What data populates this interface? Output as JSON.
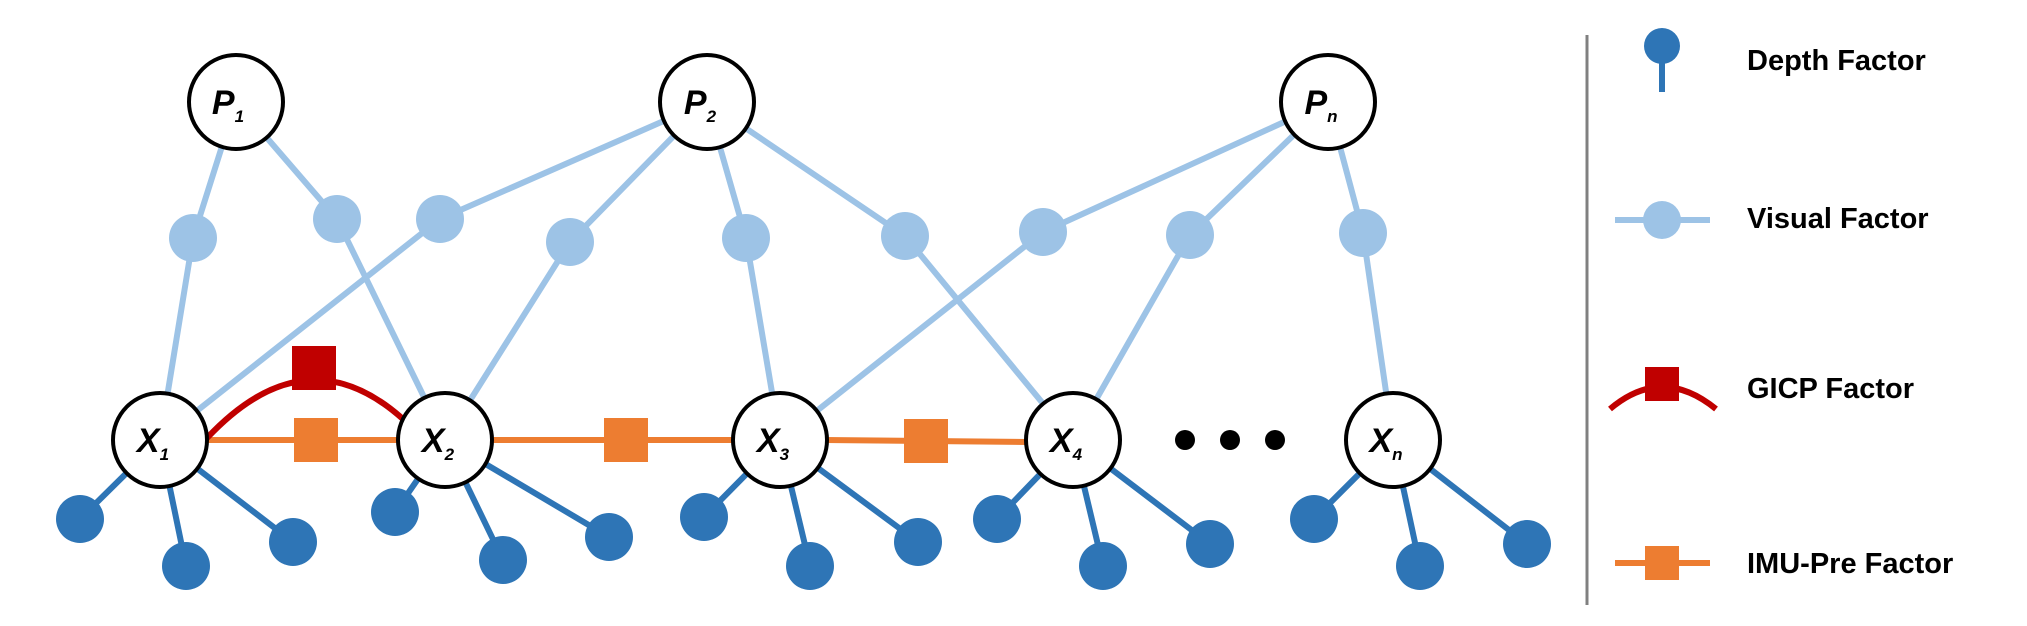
{
  "nodes": {
    "landmarks": [
      {
        "main": "P",
        "sub": "1"
      },
      {
        "main": "P",
        "sub": "2"
      },
      {
        "main": "P",
        "sub": "n"
      }
    ],
    "states": [
      {
        "main": "X",
        "sub": "1"
      },
      {
        "main": "X",
        "sub": "2"
      },
      {
        "main": "X",
        "sub": "3"
      },
      {
        "main": "X",
        "sub": "4"
      },
      {
        "main": "X",
        "sub": "n"
      }
    ]
  },
  "legend": {
    "depth": "Depth Factor",
    "visual": "Visual Factor",
    "gicp": "GICP Factor",
    "imu": "IMU-Pre Factor"
  },
  "colors": {
    "depth": "#2e75b6",
    "visual": "#9dc3e6",
    "gicp": "#c00000",
    "imu": "#ed7d31",
    "node_stroke": "#000000",
    "divider": "#808080"
  }
}
